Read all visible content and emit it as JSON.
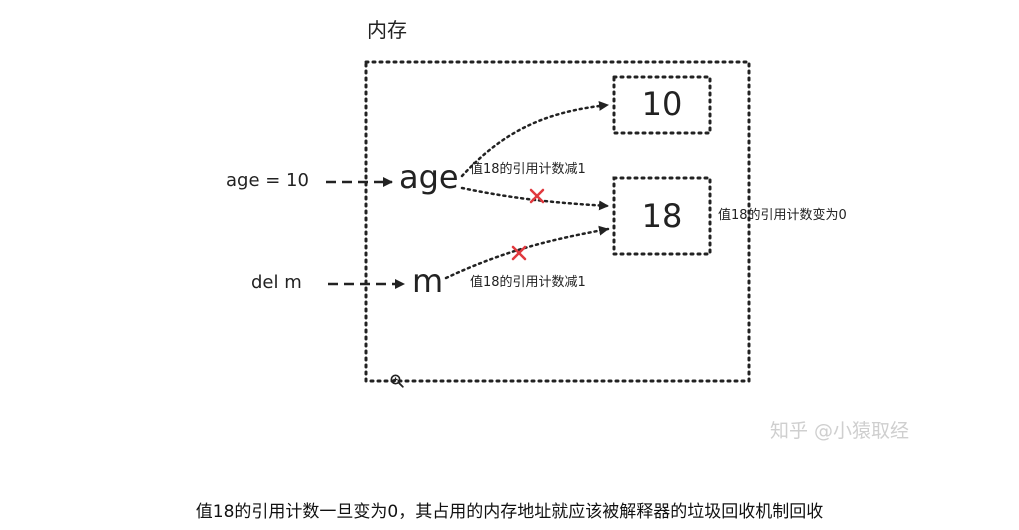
{
  "memory": {
    "title": "内存"
  },
  "inputs": {
    "age": "age = 10",
    "del": "del m"
  },
  "variables": {
    "age": "age",
    "m": "m"
  },
  "values": {
    "ten": "10",
    "eighteen": "18"
  },
  "notes": {
    "age_ref_decrement": "值18的引用计数减1",
    "m_ref_decrement": "值18的引用计数减1",
    "refcount_zero": "值18的引用计数变为0"
  },
  "watermark": {
    "platform": "知乎",
    "author": "@小猿取经"
  },
  "caption": "值18的引用计数一旦变为0，其占用的内存地址就应该被解释器的垃圾回收机制回收",
  "colors": {
    "ink": "#222222",
    "cross": "#e0393e",
    "watermark": "#cfcfcf"
  },
  "icons": {
    "zoom": "zoom-in-icon",
    "cross": "cross-mark-icon"
  }
}
